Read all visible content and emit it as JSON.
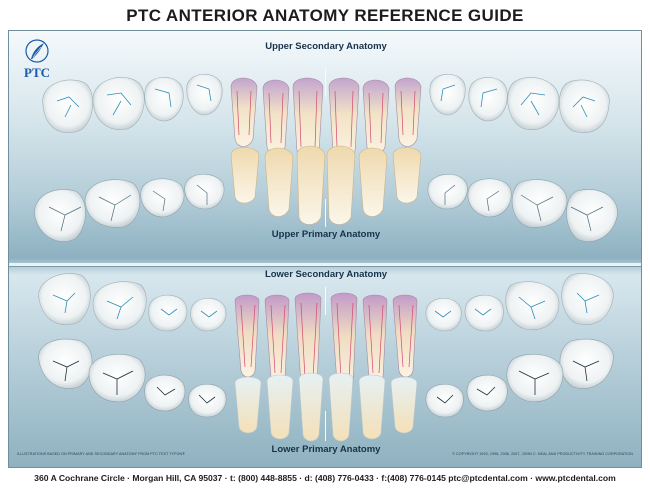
{
  "title": "PTC ANTERIOR ANATOMY REFERENCE GUIDE",
  "logo": {
    "text": "PTC",
    "icon": "ptc-feather-logo"
  },
  "sections": {
    "upper_secondary": "Upper Secondary Anatomy",
    "upper_primary": "Upper Primary Anatomy",
    "lower_secondary": "Lower Secondary Anatomy",
    "lower_primary": "Lower Primary Anatomy"
  },
  "fineprint": {
    "left": "ILLUSTRATIONS BASED ON PRIMARY AND SECONDARY ANATOMY FROM PTC TEST TYPON®",
    "right": "© COPYRIGHT 1993, 1998, 2006, 2007, JOHN C. NEAL AND PRODUCTIVITY TRAINING CORPORATION"
  },
  "contact": "360 A Cochrane Circle · Morgan Hill, CA 95037 · t: (800) 448-8855 · d: (408) 776-0433 · f:(408) 776-0145   ptc@ptcdental.com · www.ptcdental.com",
  "colors": {
    "brand_blue": "#1d5aa8",
    "anterior_tooth": "#f3e2c4",
    "anatomy_highlight": "#c89ac4",
    "primary_tooth": "#f5ecd6"
  }
}
